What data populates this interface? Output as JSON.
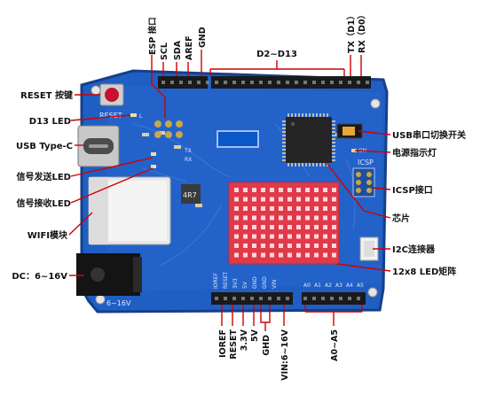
{
  "left_labels": {
    "reset": "RESET 按键",
    "d13_led": "D13 LED",
    "usb_type_c": "USB Type-C",
    "tx_led": "信号发送LED",
    "rx_led": "信号接收LED",
    "wifi": "WIFI模块",
    "dc": "DC：6~16V"
  },
  "top_labels": {
    "esp": "ESP 接口",
    "scl": "SCL",
    "sda": "SDA",
    "aref": "AREF",
    "gnd": "GND",
    "d2_d13": "D2~D13",
    "tx": "TX（D1）",
    "rx": "RX（D0）"
  },
  "right_labels": {
    "usb_switch": "USB串口切换开关",
    "power_led": "电源指示灯",
    "icsp": "ICSP接口",
    "chip": "芯片",
    "i2c": "I2C连接器",
    "matrix": "12x8 LED矩阵"
  },
  "bottom_labels": {
    "ioref": "IOREF",
    "reset": "RESET",
    "v33": "3.3V",
    "v5": "5V",
    "ghd": "GHD",
    "vin": "VIN:6~16V",
    "a0_a5": "A0~A5"
  },
  "board_silk": {
    "reset": "RESET",
    "dc_range": "6~16V",
    "inductor": "4R7",
    "icsp": "ICSP",
    "l": "L",
    "tx": "TX",
    "rx": "RX",
    "on": "ON",
    "power_pins": [
      "IOREF",
      "RESET",
      "3V3",
      "5V",
      "GND",
      "GND",
      "VIN"
    ],
    "analog_pins": [
      "A0",
      "A1",
      "A2",
      "A3",
      "A4",
      "A5"
    ]
  },
  "colors": {
    "board": "#1f5fc4",
    "board_edge": "#163f8a",
    "header": "#1a1a1a",
    "leader": "#d10000",
    "matrix": "#e03a4a",
    "reset_button": "#c8102e"
  }
}
